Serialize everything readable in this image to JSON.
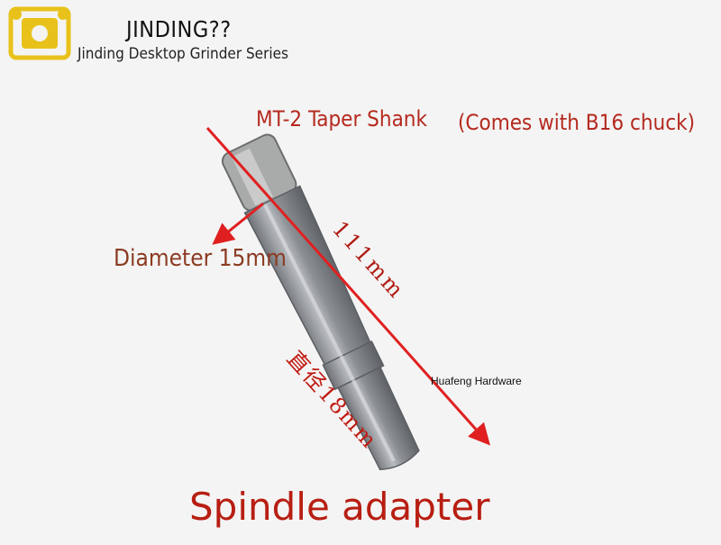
{
  "header": {
    "brand": "JINDING??",
    "series": "Jinding Desktop Grinder Series",
    "logo_icon": "ornate-gold-seal-logo"
  },
  "labels": {
    "shank": "MT-2 Taper Shank",
    "chuck": "(Comes with B16 chuck)",
    "diameter_small": "Diameter 15mm",
    "length": "111mm",
    "diameter_large": "直径18mm",
    "watermark": "Huafeng Hardware"
  },
  "title": "Spindle adapter",
  "colors": {
    "background": "#f4f4f4",
    "accent_red": "#c01a12",
    "dim_red": "#e02020",
    "logo_gold": "#e8c21a",
    "metal": "#9a9ea2"
  }
}
